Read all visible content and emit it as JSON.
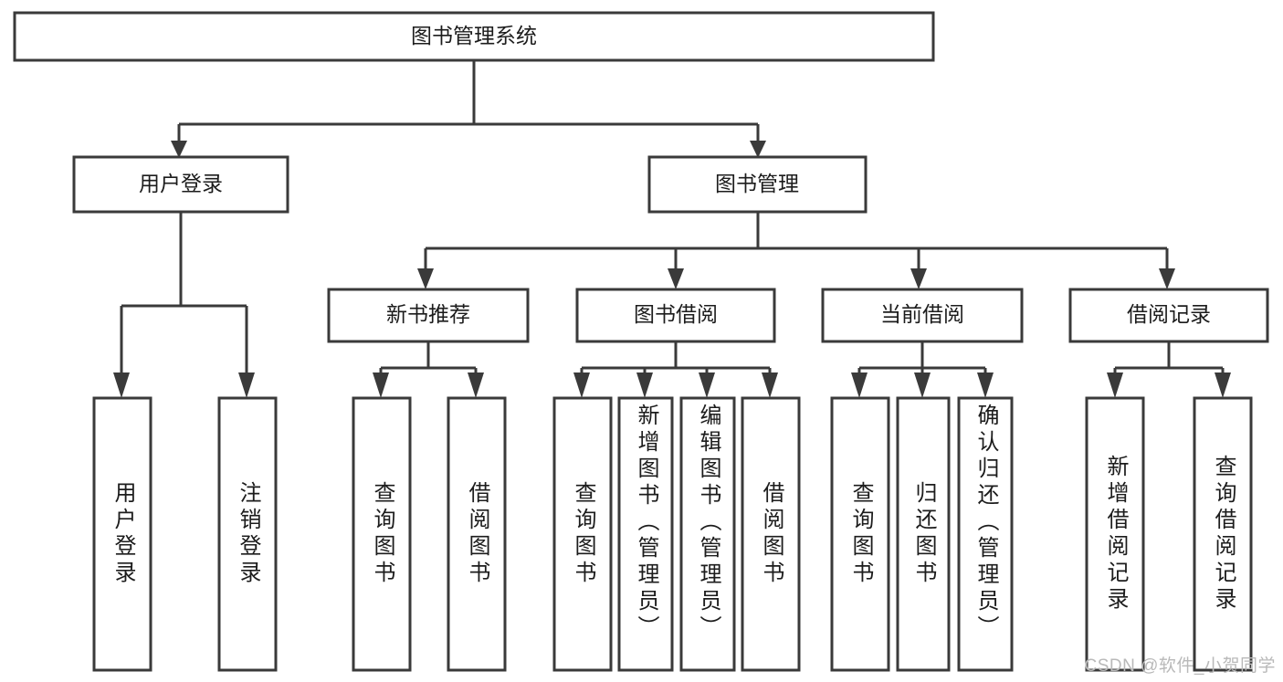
{
  "diagram": {
    "title": "图书管理系统",
    "type": "hierarchy-tree",
    "root": {
      "id": "root",
      "label": "图书管理系统",
      "orientation": "horizontal"
    },
    "level2": [
      {
        "id": "user-login",
        "label": "用户登录",
        "orientation": "horizontal"
      },
      {
        "id": "book-manage",
        "label": "图书管理",
        "orientation": "horizontal"
      }
    ],
    "level3": [
      {
        "id": "new-book-recommend",
        "label": "新书推荐",
        "orientation": "horizontal",
        "parent": "book-manage"
      },
      {
        "id": "book-borrow",
        "label": "图书借阅",
        "orientation": "horizontal",
        "parent": "book-manage"
      },
      {
        "id": "current-borrow",
        "label": "当前借阅",
        "orientation": "horizontal",
        "parent": "book-manage"
      },
      {
        "id": "borrow-record",
        "label": "借阅记录",
        "orientation": "horizontal",
        "parent": "book-manage"
      }
    ],
    "leaves": [
      {
        "id": "leaf-user-login",
        "label": "用户登录",
        "parent": "user-login",
        "orientation": "vertical",
        "align": "center"
      },
      {
        "id": "leaf-user-logout",
        "label": "注销登录",
        "parent": "user-login",
        "orientation": "vertical",
        "align": "center"
      },
      {
        "id": "leaf-query-book-1",
        "label": "查询图书",
        "parent": "new-book-recommend",
        "orientation": "vertical",
        "align": "center"
      },
      {
        "id": "leaf-borrow-book-1",
        "label": "借阅图书",
        "parent": "new-book-recommend",
        "orientation": "vertical",
        "align": "center"
      },
      {
        "id": "leaf-query-book-2",
        "label": "查询图书",
        "parent": "book-borrow",
        "orientation": "vertical",
        "align": "center"
      },
      {
        "id": "leaf-add-book",
        "label": "新增图书（管理员）",
        "parent": "book-borrow",
        "orientation": "vertical",
        "align": "top"
      },
      {
        "id": "leaf-edit-book",
        "label": "编辑图书（管理员）",
        "parent": "book-borrow",
        "orientation": "vertical",
        "align": "top"
      },
      {
        "id": "leaf-borrow-book-2",
        "label": "借阅图书",
        "parent": "book-borrow",
        "orientation": "vertical",
        "align": "center"
      },
      {
        "id": "leaf-query-book-3",
        "label": "查询图书",
        "parent": "current-borrow",
        "orientation": "vertical",
        "align": "center"
      },
      {
        "id": "leaf-return-book",
        "label": "归还图书",
        "parent": "current-borrow",
        "orientation": "vertical",
        "align": "center"
      },
      {
        "id": "leaf-confirm-return",
        "label": "确认归还（管理员）",
        "parent": "current-borrow",
        "orientation": "vertical",
        "align": "top"
      },
      {
        "id": "leaf-add-record",
        "label": "新增借阅记录",
        "parent": "borrow-record",
        "orientation": "vertical",
        "align": "center"
      },
      {
        "id": "leaf-query-record",
        "label": "查询借阅记录",
        "parent": "borrow-record",
        "orientation": "vertical",
        "align": "center"
      }
    ],
    "watermark": "CSDN @软件_小贺同学",
    "colors": {
      "stroke": "#3a3a3a",
      "box_fill": "#ffffff",
      "text": "#1c1c1c",
      "watermark": "#b9b9b9",
      "background": "#ffffff"
    }
  }
}
